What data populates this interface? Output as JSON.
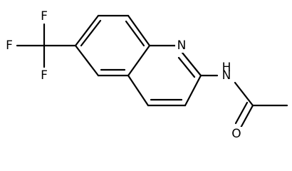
{
  "molecule": {
    "atoms": {
      "f_top": "F",
      "f_left": "F",
      "f_bottom": "F",
      "n_ring": "N",
      "n_amide": "N",
      "h_amide": "H",
      "o_carbonyl": "O"
    }
  }
}
